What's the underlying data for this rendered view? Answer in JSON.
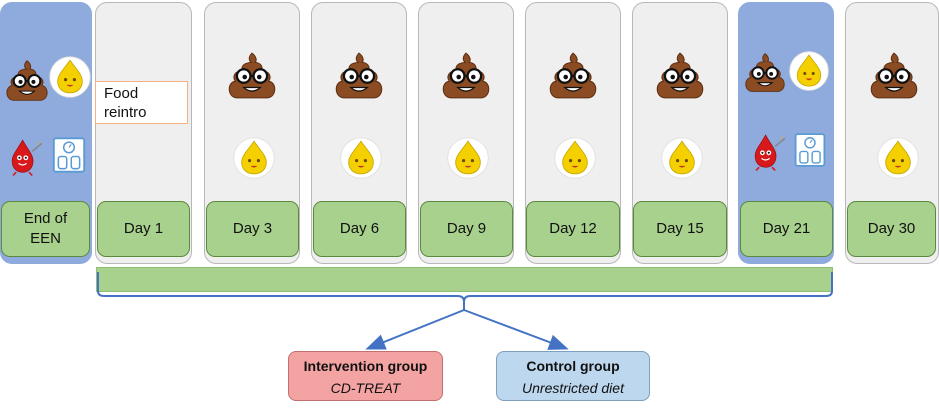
{
  "timepoints": [
    {
      "label": "End of\nEEN",
      "highlight": true
    },
    {
      "label": "Day 1",
      "highlight": false
    },
    {
      "label": "Day 3",
      "highlight": false
    },
    {
      "label": "Day 6",
      "highlight": false
    },
    {
      "label": "Day 9",
      "highlight": false
    },
    {
      "label": "Day 12",
      "highlight": false
    },
    {
      "label": "Day 15",
      "highlight": false
    },
    {
      "label": "Day 21",
      "highlight": true
    },
    {
      "label": "Day 30",
      "highlight": false
    }
  ],
  "food_reintro_label": "Food\nreintro",
  "groups": {
    "intervention": {
      "title": "Intervention group",
      "subtitle": "CD-TREAT"
    },
    "control": {
      "title": "Control group",
      "subtitle": "Unrestricted diet"
    }
  },
  "colors": {
    "highlight_column": "#8faadc",
    "day_box": "#a9d18e",
    "intervention": "#f4a3a3",
    "control": "#bdd7ee",
    "arrow": "#4472c4"
  },
  "icons": [
    "stool-sample-icon",
    "urine-sample-icon",
    "blood-sample-icon",
    "weighing-scale-icon"
  ]
}
